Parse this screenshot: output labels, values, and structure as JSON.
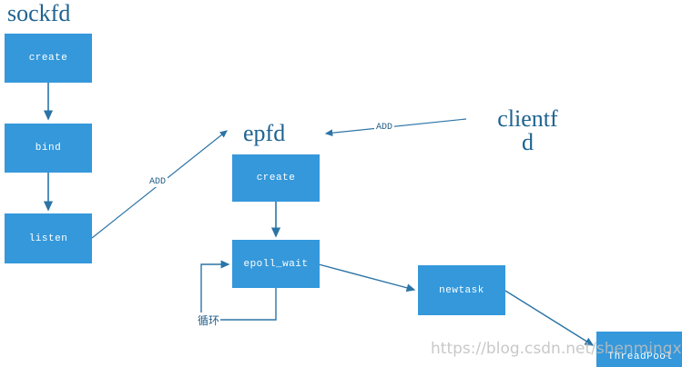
{
  "diagram": {
    "title_visible": false,
    "colors": {
      "node_fill": "#3498db",
      "node_text": "#ffffff",
      "edge_stroke": "#2c74a6",
      "group_label": "#1f6391",
      "watermark": "#bebebe",
      "background": "#ffffff"
    },
    "group_labels": [
      {
        "id": "sockfd",
        "text": "sockfd"
      },
      {
        "id": "epfd",
        "text": "epfd"
      },
      {
        "id": "clientfd",
        "text": "clientf\nd"
      }
    ],
    "nodes": [
      {
        "id": "sock-create",
        "label": "create"
      },
      {
        "id": "bind",
        "label": "bind"
      },
      {
        "id": "listen",
        "label": "listen"
      },
      {
        "id": "ep-create",
        "label": "create"
      },
      {
        "id": "epoll-wait",
        "label": "epoll_wait"
      },
      {
        "id": "newtask",
        "label": "newtask"
      },
      {
        "id": "threadpool",
        "label": "ThreadPool"
      }
    ],
    "edge_labels": [
      {
        "id": "add-listen-to-epfd",
        "text": "ADD"
      },
      {
        "id": "add-clientfd-to-epfd",
        "text": "ADD"
      },
      {
        "id": "loop",
        "text": "循环"
      }
    ],
    "watermark": "https://blog.csdn.net/shenmingxueIT"
  }
}
